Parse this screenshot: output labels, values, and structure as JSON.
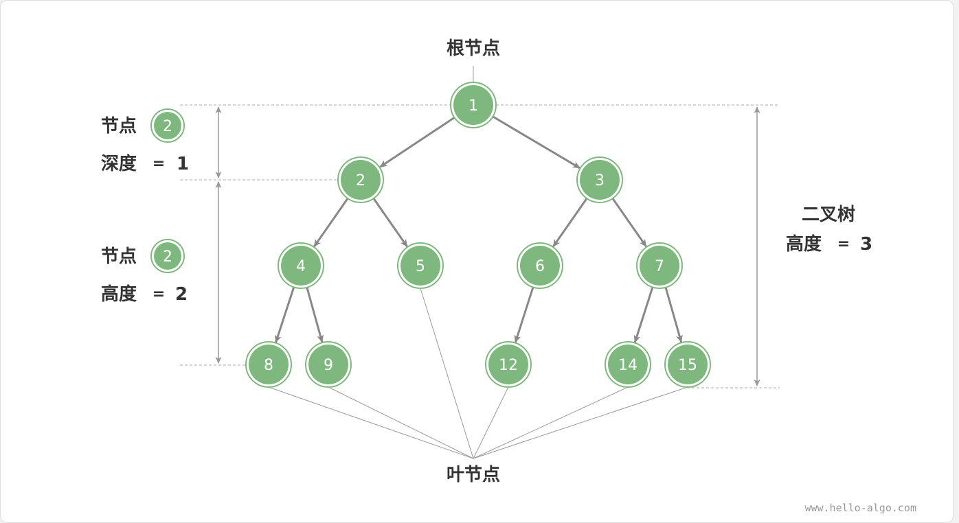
{
  "labels": {
    "root": "根节点",
    "leaf": "叶节点",
    "depth_node": "节点",
    "depth_badge": "2",
    "depth_text": "深度",
    "depth_eq": "=",
    "depth_val": "1",
    "height_node": "节点",
    "height_badge": "2",
    "height_text": "高度",
    "height_eq": "=",
    "height_val": "2",
    "tree_title": "二叉树",
    "tree_height_text": "高度",
    "tree_height_eq": "=",
    "tree_height_val": "3"
  },
  "nodes": [
    {
      "id": "1",
      "label": "1"
    },
    {
      "id": "2",
      "label": "2"
    },
    {
      "id": "3",
      "label": "3"
    },
    {
      "id": "4",
      "label": "4"
    },
    {
      "id": "5",
      "label": "5"
    },
    {
      "id": "6",
      "label": "6"
    },
    {
      "id": "7",
      "label": "7"
    },
    {
      "id": "8",
      "label": "8"
    },
    {
      "id": "9",
      "label": "9"
    },
    {
      "id": "12",
      "label": "12"
    },
    {
      "id": "14",
      "label": "14"
    },
    {
      "id": "15",
      "label": "15"
    }
  ],
  "edges": [
    [
      "1",
      "2"
    ],
    [
      "1",
      "3"
    ],
    [
      "2",
      "4"
    ],
    [
      "2",
      "5"
    ],
    [
      "3",
      "6"
    ],
    [
      "3",
      "7"
    ],
    [
      "4",
      "8"
    ],
    [
      "4",
      "9"
    ],
    [
      "6",
      "12"
    ],
    [
      "7",
      "14"
    ],
    [
      "7",
      "15"
    ]
  ],
  "leaves": [
    "8",
    "9",
    "5",
    "12",
    "14",
    "15"
  ],
  "colors": {
    "node_fill": "#7fb87f",
    "node_ring": "#7fb87f",
    "edge": "#888888",
    "guide": "#999999",
    "text": "#333333"
  },
  "watermark": "www.hello-algo.com"
}
